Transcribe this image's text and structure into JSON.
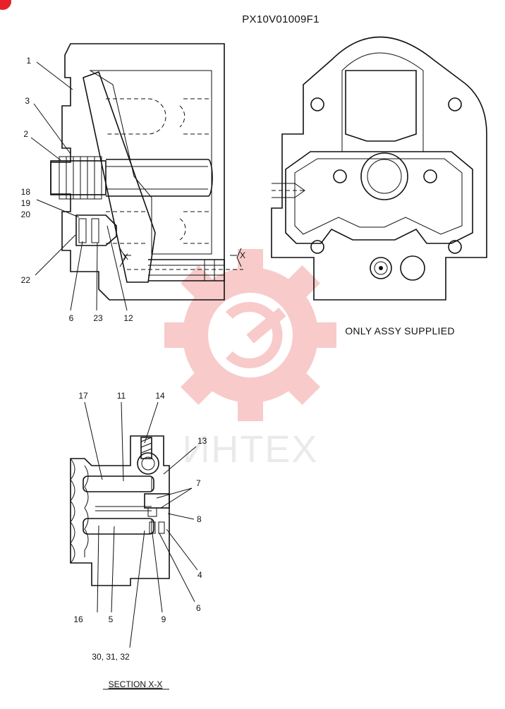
{
  "drawing_code": "PX10V01009F1",
  "note": "ONLY ASSY SUPPLIED",
  "section_title": "SECTION  X-X",
  "section_marker": "X",
  "watermark_text": "ИНТЕХ",
  "colors": {
    "watermark": "#f4a0a0",
    "badge": "#e8202a",
    "line": "#111111"
  },
  "callouts_top": [
    "1",
    "3",
    "2",
    "18",
    "19",
    "20",
    "22",
    "6",
    "23",
    "12"
  ],
  "callouts_section": [
    "17",
    "11",
    "14",
    "13",
    "7",
    "8",
    "4",
    "6",
    "16",
    "5",
    "9",
    "30, 31, 32"
  ]
}
